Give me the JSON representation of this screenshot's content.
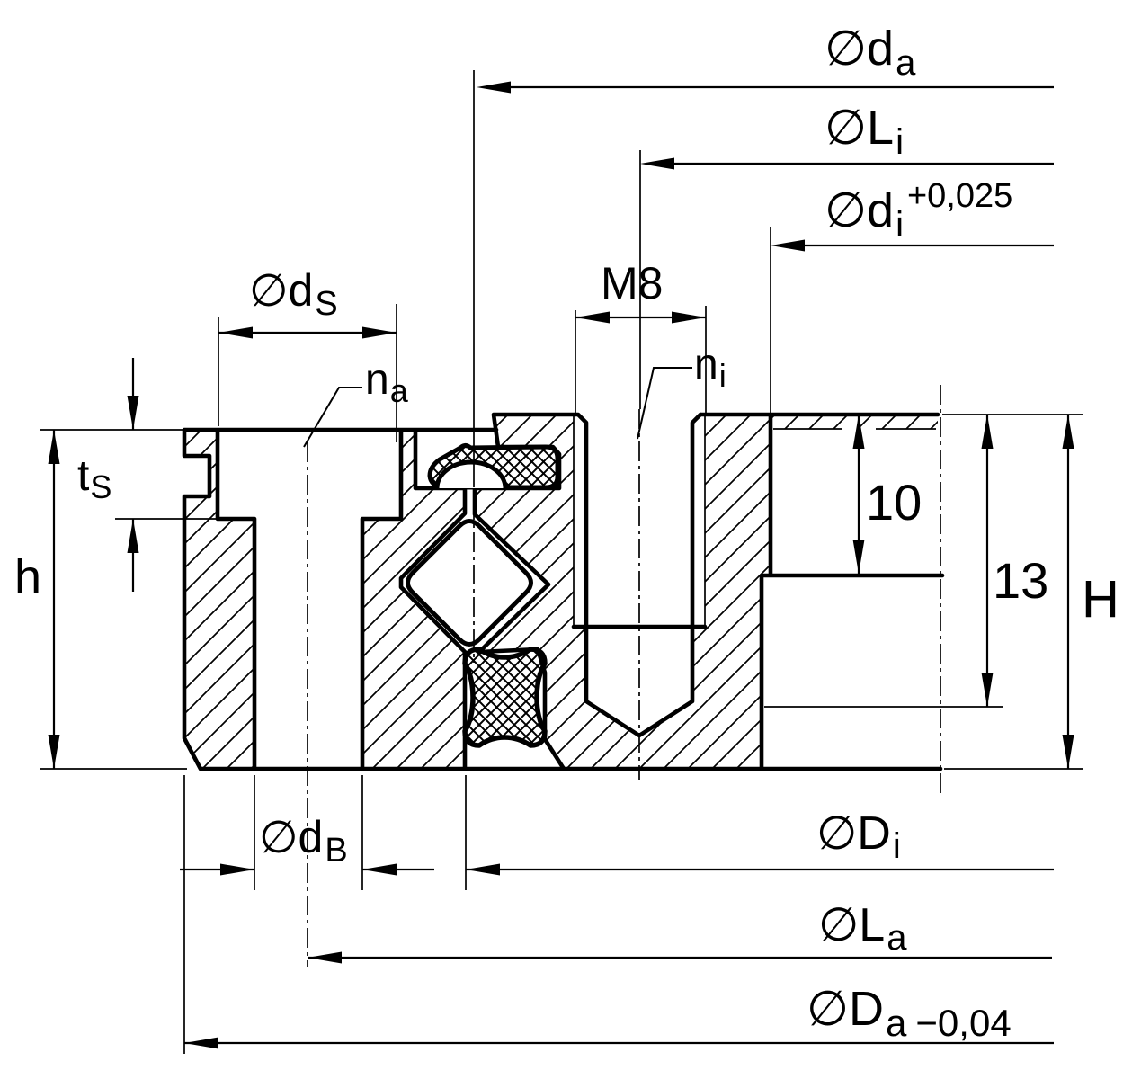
{
  "drawing": {
    "title": "Crossed roller slewing ring bearing cross-section",
    "colors": {
      "line": "#000000",
      "background": "#ffffff"
    },
    "labels": {
      "da": {
        "prefix": "∅d",
        "sub": "a"
      },
      "Li": {
        "prefix": "∅L",
        "sub": "i"
      },
      "di": {
        "prefix": "∅d",
        "sub": "i",
        "tolerance": "+0,025"
      },
      "dS": {
        "prefix": "∅d",
        "sub": "S"
      },
      "M8": {
        "text": "M8"
      },
      "na": {
        "prefix": "n",
        "sub": "a"
      },
      "ni": {
        "prefix": "n",
        "sub": "i"
      },
      "tS": {
        "prefix": "t",
        "sub": "S"
      },
      "h": {
        "text": "h"
      },
      "depth10": {
        "text": "10"
      },
      "depth13": {
        "text": "13"
      },
      "H": {
        "text": "H"
      },
      "dB": {
        "prefix": "∅d",
        "sub": "B"
      },
      "Di": {
        "prefix": "∅D",
        "sub": "i"
      },
      "La": {
        "prefix": "∅L",
        "sub": "a"
      },
      "Da": {
        "prefix": "∅D",
        "sub": "a",
        "tolerance": "−0,04"
      }
    }
  }
}
